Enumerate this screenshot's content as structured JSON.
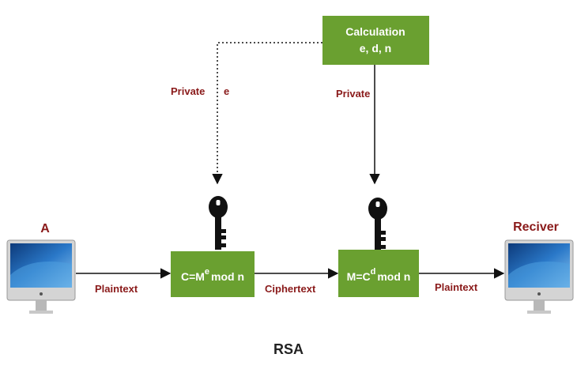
{
  "calc_box": {
    "line1": "Calculation",
    "line2": "e, d, n"
  },
  "labels": {
    "private_left": "Private",
    "e_left": "e",
    "private_right": "Private",
    "sender": "A",
    "receiver": "Reciver",
    "plaintext_in": "Plaintext",
    "ciphertext": "Ciphertext",
    "plaintext_out": "Plaintext"
  },
  "encrypt_box": {
    "prefix": "C=M",
    "sup": "e",
    "suffix": "mod n"
  },
  "decrypt_box": {
    "prefix": "M=C",
    "sup": "d",
    "suffix": "mod n"
  },
  "caption": "RSA",
  "colors": {
    "box_green": "#6aa030",
    "label_red": "#8a1a1a",
    "monitor_blue": "#2a78c8"
  },
  "icons": [
    "monitor-icon",
    "key-icon"
  ]
}
